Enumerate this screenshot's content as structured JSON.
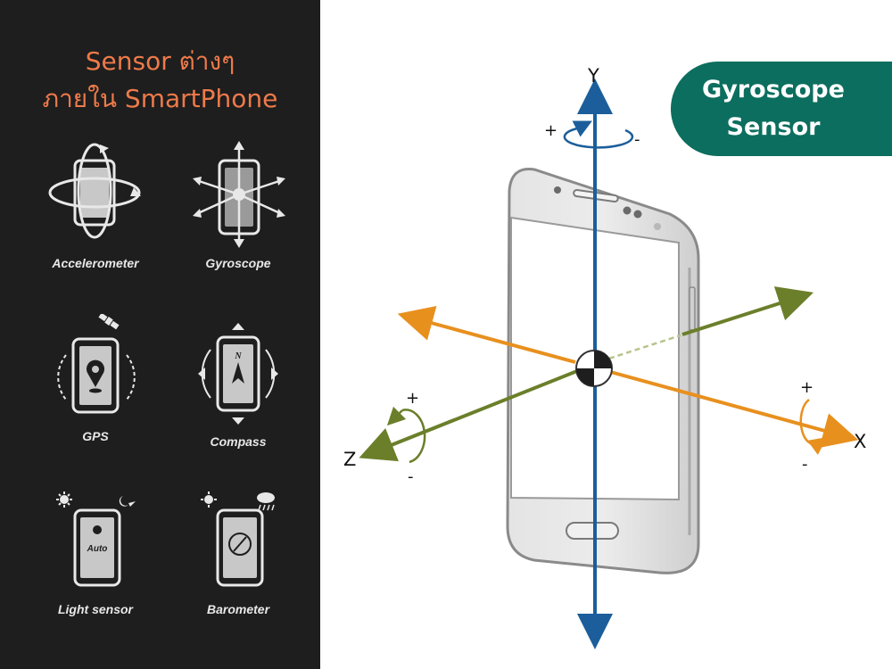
{
  "panel": {
    "title_line1": "Sensor ต่างๆ",
    "title_line2": "ภายใน SmartPhone"
  },
  "sensors": [
    {
      "label": "Accelerometer",
      "icon": "accelerometer-icon"
    },
    {
      "label": "Gyroscope",
      "icon": "gyroscope-icon"
    },
    {
      "label": "GPS",
      "icon": "gps-icon"
    },
    {
      "label": "Compass",
      "icon": "compass-icon"
    },
    {
      "label": "Light sensor",
      "icon": "light-sensor-icon"
    },
    {
      "label": "Barometer",
      "icon": "barometer-icon"
    }
  ],
  "compass_letter": "N",
  "light_icon_text": "Auto",
  "badge": {
    "line1": "Gyroscope",
    "line2": "Sensor"
  },
  "axes": {
    "y": {
      "label": "Y",
      "plus": "+",
      "minus": "-",
      "color": "#1b5e9b"
    },
    "x": {
      "label": "X",
      "plus": "+",
      "minus": "-",
      "color": "#e8901e"
    },
    "z": {
      "label": "Z",
      "plus": "+",
      "minus": "-",
      "color": "#6b7f2a"
    }
  },
  "colors": {
    "panel_bg": "#1e1e1e",
    "title": "#ee7a4a",
    "badge_bg": "#0c6e5e"
  }
}
